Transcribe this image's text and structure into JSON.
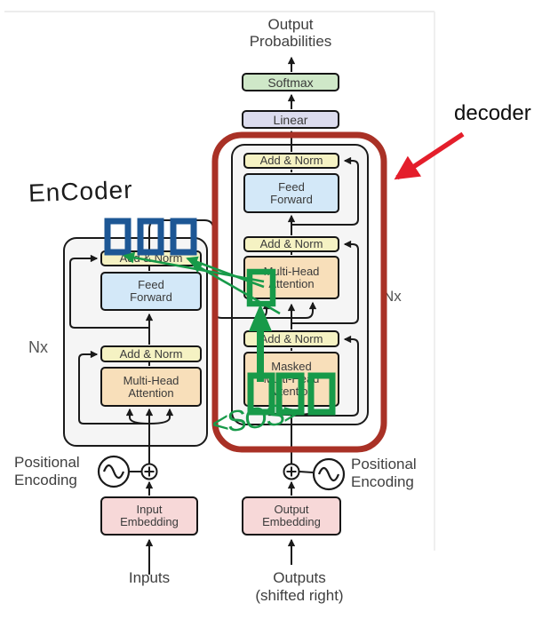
{
  "colors": {
    "softmax_fill": "#cfe8c8",
    "linear_fill": "#dcdcee",
    "addnorm_fill": "#f5f2c3",
    "ff_fill": "#d3e8f8",
    "attention_fill": "#f8dfba",
    "embedding_fill": "#f7d8d8",
    "stack_fill": "#f5f5f5",
    "red_annotation": "#a93126",
    "red_arrow": "#e41e2b",
    "green_annotation": "#179a49",
    "blue_annotation": "#1d5795"
  },
  "figure": {
    "output_probabilities": {
      "line1": "Output",
      "line2": "Probabilities"
    },
    "softmax_label": "Softmax",
    "linear_label": "Linear",
    "add_norm_label": "Add & Norm",
    "feed_forward": {
      "line1": "Feed",
      "line2": "Forward"
    },
    "multi_head_attention": {
      "line1": "Multi-Head",
      "line2": "Attention"
    },
    "masked_multi_head_attention": {
      "line1": "Masked",
      "line2": "Multi-Head",
      "line3": "Attention"
    },
    "input_embedding": {
      "line1": "Input",
      "line2": "Embedding"
    },
    "output_embedding": {
      "line1": "Output",
      "line2": "Embedding"
    },
    "inputs_label": "Inputs",
    "outputs": {
      "line1": "Outputs",
      "line2": "(shifted right)"
    },
    "positional_encoding": {
      "line1": "Positional",
      "line2": "Encoding"
    },
    "n_times_label": "Nx"
  },
  "annotations": {
    "encoder_handwritten": "EnCoder",
    "decoder_label": "decoder",
    "sos_label": "<SOS>"
  }
}
